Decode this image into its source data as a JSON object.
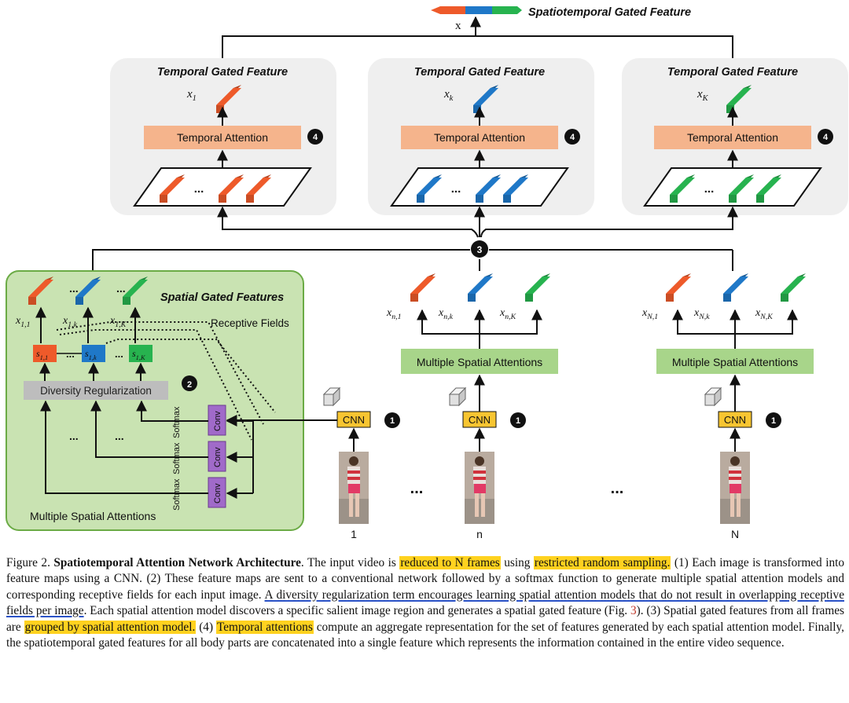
{
  "figure": {
    "title": "Spatiotemporal Gated Feature",
    "x_label": "x",
    "temporal_panels": [
      {
        "title": "Temporal Gated Feature",
        "feature_label": "x",
        "feature_sub": "1",
        "attention_label": "Temporal Attention",
        "step": "4",
        "color": "#ee5a2a"
      },
      {
        "title": "Temporal Gated Feature",
        "feature_label": "x",
        "feature_sub": "k",
        "attention_label": "Temporal Attention",
        "step": "4",
        "color": "#1f78c8"
      },
      {
        "title": "Temporal Gated Feature",
        "feature_label": "x",
        "feature_sub": "K",
        "attention_label": "Temporal Attention",
        "step": "4",
        "color": "#27b34f"
      }
    ],
    "ellipsis": "...",
    "merge_step": "3",
    "spatial_panel": {
      "title": "Spatial Gated Features",
      "receptive_fields": "Receptive Fields",
      "feature_labels": [
        "x",
        "x",
        "x"
      ],
      "feature_subs": [
        "1,1",
        "1,k",
        "1,K"
      ],
      "s_labels": [
        "s",
        "s",
        "s"
      ],
      "s_subs": [
        "1,1",
        "1,k",
        "1,K"
      ],
      "diversity": "Diversity Regularization",
      "step": "2",
      "conv": "Conv",
      "softmax": "Softmax",
      "footer": "Multiple Spatial Attentions"
    },
    "columns": [
      {
        "feature_labels": [
          "x",
          "x",
          "x"
        ],
        "feature_subs": [
          "n,1",
          "n,k",
          "n,K"
        ],
        "msa": "Multiple Spatial Attentions",
        "cnn": "CNN",
        "step": "1",
        "frame": "n"
      },
      {
        "feature_labels": [
          "x",
          "x",
          "x"
        ],
        "feature_subs": [
          "N,1",
          "N,k",
          "N,K"
        ],
        "msa": "Multiple Spatial Attentions",
        "cnn": "CNN",
        "step": "1",
        "frame": "N"
      }
    ],
    "first_column": {
      "cnn": "CNN",
      "step": "1",
      "frame": "1"
    },
    "colors": {
      "orange": "#ee5a2a",
      "blue": "#1f78c8",
      "green": "#27b34f",
      "temporal_box": "#f5b48c",
      "msa_box": "#a8d58a",
      "cnn_box": "#f7c531",
      "conv_box": "#a06ac9",
      "panel_green": "#c9e3b2",
      "panel_gray": "#efefef"
    }
  },
  "caption": {
    "label": "Figure 2.",
    "title": "Spatiotemporal Attention Network Architecture",
    "t1": ". The input video is ",
    "h1": "reduced to N frames",
    "t2": " using ",
    "h2": "restricted random sampling.",
    "t3": " (1) Each image is transformed into feature maps using a CNN. (2) These feature maps are sent to a conventional network followed by a softmax function to generate multiple spatial attention models and corresponding receptive fields for each input image. ",
    "u1": "A diversity regularization term encourages learning spatial attention models that do not result in overlapping receptive fields per image",
    "t4": ". Each spatial attention model discovers a specific salient image region and generates a spatial gated feature (Fig. ",
    "ref": "3",
    "t5": "). (3) Spatial gated features from all frames are ",
    "h3": "grouped by spatial attention model.",
    "t6": " (4) ",
    "h4": "Temporal attentions",
    "t7": " compute an aggregate representation for the set of features generated by each spatial attention model. Finally, the spatiotemporal gated features for all body parts are concatenated into a single feature which represents the information contained in the entire video sequence."
  }
}
